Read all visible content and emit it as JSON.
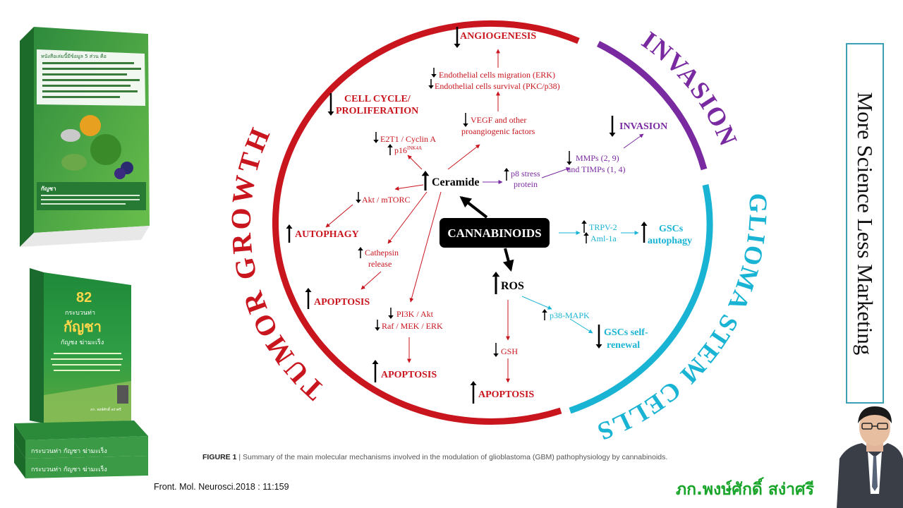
{
  "side_title": "More Science Less Marketing",
  "arcs": {
    "tumor_growth": "TUMOR GROWTH",
    "invasion": "INVASION",
    "glioma_stem_cells": "GLIOMA STEM CELLS"
  },
  "center": {
    "cannabinoids": "CANNABINOIDS",
    "ceramide": "Ceramide",
    "ros": "ROS"
  },
  "nodes": {
    "angiogenesis": "ANGIOGENESIS",
    "endo_migration": "Endothelial cells migration (ERK)",
    "endo_survival": "Endothelial cells survival (PKC/p38)",
    "vegf_1": "VEGF and other",
    "vegf_2": "proangiogenic factors",
    "cell_cycle_1": "CELL CYCLE/",
    "cell_cycle_2": "PROLIFERATION",
    "e2t1": "E2T1 / Cyclin A",
    "p16": "p16",
    "p16_sup": "INK4A",
    "invasion": "INVASION",
    "mmps": "MMPs (2, 9)",
    "timps": "and TIMPs (1, 4)",
    "p8_1": "p8 stress",
    "p8_2": "protein",
    "akt_mtorc": "Akt / mTORC",
    "autophagy": "AUTOPHAGY",
    "cathepsin_1": "Cathepsin",
    "cathepsin_2": "release",
    "apoptosis_1": "APOPTOSIS",
    "pi3k": "PI3K / Akt",
    "raf": "Raf / MEK / ERK",
    "apoptosis_2": "APOPTOSIS",
    "trpv2": "TRPV-2",
    "aml1a": "Aml-1a",
    "gscs_autophagy_1": "GSCs",
    "gscs_autophagy_2": "autophagy",
    "p38mapk": "p38-MAPK",
    "gscs_renewal_1": "GSCs self-",
    "gscs_renewal_2": "renewal",
    "gsh": "GSH",
    "apoptosis_3": "APOPTOSIS"
  },
  "caption": {
    "label": "FIGURE 1",
    "text": " | Summary of the main molecular mechanisms involved in the modulation of glioblastoma (GBM) pathophysiology by cannabinoids."
  },
  "citation": "Front. Mol. Neurosci.2018 : 11:159",
  "author": "ภก.พงษ์ศักดิ์ สง่าศรี",
  "book1": {
    "heading": "หนังสือเล่มนี้มีข้อมูล 5 ส่วน คือ",
    "footer": "กัญชา"
  },
  "book2": {
    "number": "82",
    "line1": "กระบวนท่า",
    "line2": "กัญชา",
    "line3": "กัญชง ฆ่ามะเร็ง",
    "author": "ภก. พงษ์ศักดิ์ สง่าศรี",
    "stack_title": "กระบวนท่า กัญชา ฆ่ามะเร็ง"
  },
  "colors": {
    "red": "#c9151e",
    "purple": "#7a2aa0",
    "cyan": "#19b3d4",
    "green": "#19a52a"
  }
}
